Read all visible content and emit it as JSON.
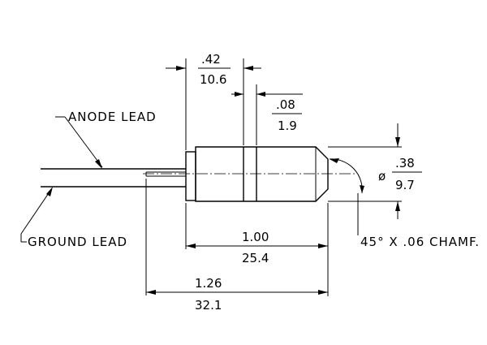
{
  "labels": {
    "anode": "ANODE LEAD",
    "ground": "GROUND LEAD",
    "chamfer": "45° X .06 CHAMF."
  },
  "dimensions": {
    "flange_width": {
      "inch": ".42",
      "mm": "10.6"
    },
    "groove_width": {
      "inch": ".08",
      "mm": "1.9"
    },
    "diameter": {
      "symbol": "ø",
      "inch": ".38",
      "mm": "9.7"
    },
    "body_length": {
      "inch": "1.00",
      "mm": "25.4"
    },
    "overall_length": {
      "inch": "1.26",
      "mm": "32.1"
    }
  }
}
